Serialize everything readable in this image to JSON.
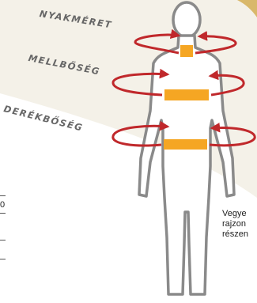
{
  "labels": {
    "neck": "NYAKMÉRET",
    "chest": "MELLBŐSÉG",
    "waist": "DERÉKBŐSÉG"
  },
  "caption_lines": [
    "Vegye",
    "rajzon",
    "részen"
  ],
  "left_partial": "0",
  "colors": {
    "paper": "#f4f1e8",
    "paper_corner": "#d9b86a",
    "figure_stroke": "#8a8a8a",
    "figure_fill": "#ffffff",
    "band": "#f5a623",
    "arrow": "#c0282b",
    "label": "#666666"
  },
  "icons": [
    "body-outline-icon",
    "neck-arrow-icon",
    "chest-arrow-icon",
    "waist-arrow-icon"
  ]
}
